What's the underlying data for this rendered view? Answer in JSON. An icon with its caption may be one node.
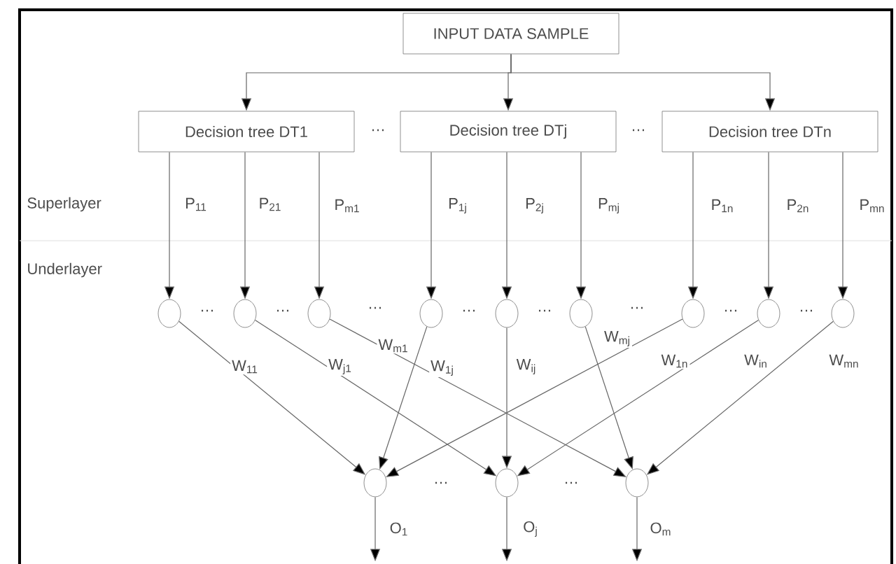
{
  "diagram": {
    "nodes": [
      {
        "text": [
          "INPUT DATA SAMPLE"
        ]
      },
      {
        "text": [
          "Decision tree DT1"
        ]
      },
      {
        "text": [
          "Decision tree DTj"
        ]
      },
      {
        "text": [
          "Decision tree DTn"
        ]
      },
      {
        "text": [],
        "shape": "circle"
      },
      {
        "text": [],
        "shape": "circle"
      },
      {
        "text": [],
        "shape": "circle"
      },
      {
        "text": [],
        "shape": "circle"
      },
      {
        "text": [],
        "shape": "circle"
      },
      {
        "text": [],
        "shape": "circle"
      },
      {
        "text": [],
        "shape": "circle"
      },
      {
        "text": [],
        "shape": "circle"
      },
      {
        "text": [],
        "shape": "circle"
      },
      {
        "text": [],
        "shape": "circle"
      },
      {
        "text": [],
        "shape": "circle"
      },
      {
        "text": [],
        "shape": "circle"
      }
    ],
    "edges": [
      {
        "from": 0,
        "to": 1,
        "arrow": "to"
      },
      {
        "from": 0,
        "to": 2,
        "arrow": "to"
      },
      {
        "from": 0,
        "to": 3,
        "arrow": "to"
      },
      {
        "from": 1,
        "to": 4,
        "arrow": "to",
        "label": "P$_{11}$"
      },
      {
        "from": 1,
        "to": 5,
        "arrow": "to",
        "label": "P$_{21}$"
      },
      {
        "from": 1,
        "to": 6,
        "arrow": "to",
        "label": "P$_{m1}$"
      },
      {
        "from": 2,
        "to": 7,
        "arrow": "to",
        "label": "P$_{1j}$"
      },
      {
        "from": 2,
        "to": 8,
        "arrow": "to",
        "label": "P$_{2j}$"
      },
      {
        "from": 2,
        "to": 9,
        "arrow": "to",
        "label": "P$_{mj}$"
      },
      {
        "from": 3,
        "to": 10,
        "arrow": "to",
        "label": "P$_{1n}$"
      },
      {
        "from": 3,
        "to": 11,
        "arrow": "to",
        "label": "P$_{2n}$"
      },
      {
        "from": 3,
        "to": 12,
        "arrow": "to",
        "label": "P$_{mn}$"
      },
      {
        "from": 4,
        "to": 13,
        "arrow": "to",
        "label": "W$_{11}$"
      },
      {
        "from": 5,
        "to": 14,
        "arrow": "to",
        "label": "W$_{j1}$"
      },
      {
        "from": 6,
        "to": 15,
        "arrow": "to",
        "label": "W$_{m1}$"
      },
      {
        "from": 7,
        "to": 13,
        "arrow": "to",
        "label": "W$_{1j}$"
      },
      {
        "from": 8,
        "to": 14,
        "arrow": "to",
        "label": "W$_{ij}$"
      },
      {
        "from": 9,
        "to": 15,
        "arrow": "to",
        "label": "W$_{mj}$"
      },
      {
        "from": 10,
        "to": 13,
        "arrow": "to",
        "label": "W$_{1n}$"
      },
      {
        "from": 11,
        "to": 14,
        "arrow": "to",
        "label": "W$_{in}$"
      },
      {
        "from": 12,
        "to": 15,
        "arrow": "to",
        "label": "W$_{mn}$"
      },
      {
        "from": 13,
        "to": null,
        "arrow": "to",
        "label": "O$_{1}$"
      },
      {
        "from": 14,
        "to": null,
        "arrow": "to",
        "label": "O$_{j}$"
      },
      {
        "from": 15,
        "to": null,
        "arrow": "to",
        "label": "O$_{m}$"
      }
    ],
    "labels": [
      "…",
      "…",
      "Superlayer",
      "Underlayer",
      "…",
      "…",
      "…",
      "…",
      "…",
      "…",
      "…",
      "…",
      "…",
      "…"
    ]
  }
}
